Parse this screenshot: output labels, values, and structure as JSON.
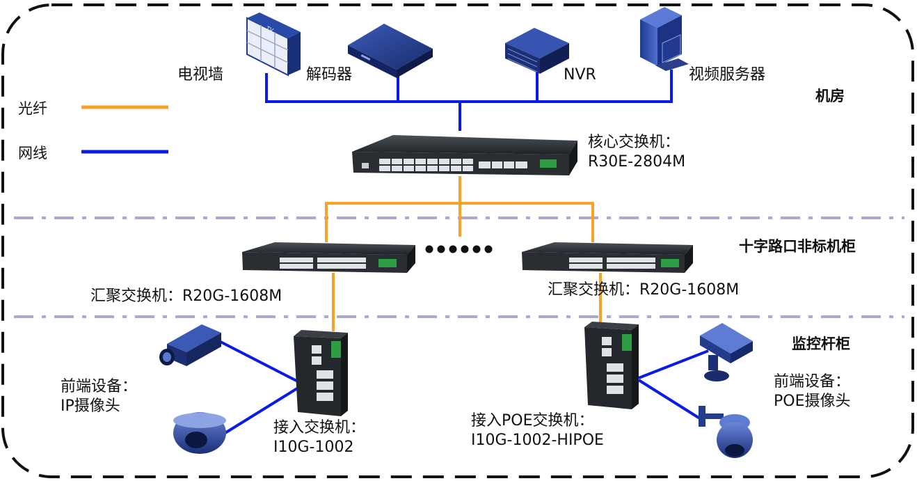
{
  "colors": {
    "fiber": "#F7A32A",
    "ethernet": "#0A1BE6",
    "border": "#111111",
    "zone_divider": "#A9A8CF",
    "device_dark": "#2b2f33",
    "device_blue": "#233c8c"
  },
  "legend": {
    "fiber_label": "光纤",
    "ethernet_label": "网线"
  },
  "zones": {
    "machine_room": "机房",
    "intersection_cabinet": "十字路口非标机柜",
    "pole_cabinet": "监控杆柜"
  },
  "devices": {
    "tv_wall": {
      "label": "电视墙",
      "icon": "tv-wall-icon",
      "screen_text": "TV"
    },
    "decoder": {
      "label": "解码器",
      "icon": "decoder-icon"
    },
    "nvr": {
      "label": "NVR",
      "icon": "nvr-icon"
    },
    "video_server": {
      "label": "视频服务器",
      "icon": "server-tower-icon"
    },
    "core_switch": {
      "label_line1": "核心交换机：",
      "label_line2": "R30E-2804M",
      "icon": "rack-switch-icon"
    },
    "agg_switch_left": {
      "label": "汇聚交换机：R20G-1608M",
      "icon": "rack-switch-icon"
    },
    "agg_switch_right": {
      "label": "汇聚交换机：R20G-1608M",
      "icon": "rack-switch-icon"
    },
    "access_switch_left": {
      "label_line1": "接入交换机：",
      "label_line2": "I10G-1002",
      "icon": "din-rail-switch-icon"
    },
    "access_switch_right": {
      "label_line1": "接入POE交换机：",
      "label_line2": "I10G-1002-HIPOE",
      "icon": "din-rail-switch-icon"
    },
    "front_left": {
      "label_line1": "前端设备：",
      "label_line2": "IP摄像头",
      "icons": [
        "box-camera-icon",
        "dome-camera-icon"
      ]
    },
    "front_right": {
      "label_line1": "前端设备：",
      "label_line2": "POE摄像头",
      "icons": [
        "bullet-camera-icon",
        "speed-dome-camera-icon"
      ]
    }
  },
  "ellipsis_dots": 6
}
